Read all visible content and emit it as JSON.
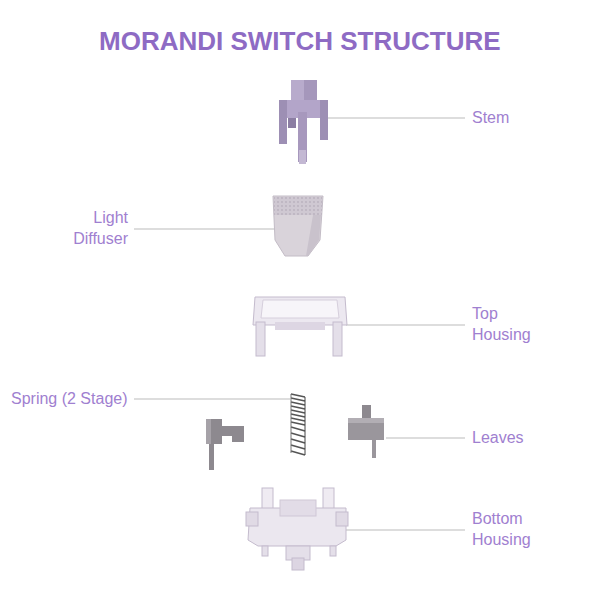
{
  "diagram": {
    "title": "MORANDI SWITCH STRUCTURE",
    "labels": [
      "Stem",
      "Light Diffuser",
      "Top Housing",
      "Spring (2 Stage)",
      "Leaves",
      "Bottom Housing"
    ]
  }
}
